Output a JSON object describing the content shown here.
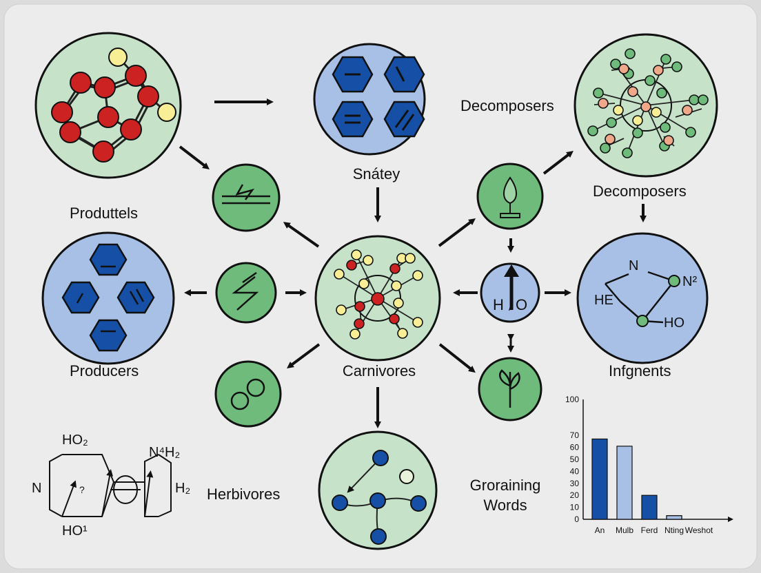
{
  "labels": {
    "snatey": "Snátey",
    "decomposers_top": "Decomposers",
    "decomposers_right": "Decomposers",
    "produttels": "Produttels",
    "producers": "Producers",
    "carnivores": "Carnivores",
    "infgnents": "Infgnents",
    "herbivores": "Herbivores",
    "groraining": "Groraining",
    "words": "Words"
  },
  "water_node": {
    "h": "H",
    "sub": "/",
    "o": "O"
  },
  "molecule_right": {
    "n": "N",
    "n2": "N²",
    "he": "HE",
    "ho": "HO"
  },
  "molecule_left": {
    "ho2": "HO₂",
    "n4h2": "N⁴H₂",
    "n": "N",
    "h2": "H₂",
    "ho1": "HO¹",
    "q": "?"
  },
  "colors": {
    "bg": "#dcdcdc",
    "green_circle": "#c6e3c9",
    "blue_circle": "#a8c0e6",
    "green_node": "#6fbb7c",
    "dark_blue": "#1550a6",
    "red": "#cc2222",
    "yellow": "#f7ee96",
    "line": "#111111"
  },
  "icons": [
    "lightning-icon",
    "flask-lamp-icon",
    "leaf-icon",
    "rings-icon",
    "up-arrow-icon"
  ],
  "chart_data": {
    "type": "bar",
    "categories": [
      "An",
      "Mulb",
      "Ferd",
      "Nting",
      "Weshot"
    ],
    "series": [
      {
        "values": [
          67,
          0,
          20,
          3,
          0
        ]
      },
      {
        "values": [
          0,
          61,
          0,
          3,
          0
        ]
      }
    ],
    "yticks": [
      0,
      10,
      20,
      30,
      40,
      50,
      60,
      70,
      100
    ],
    "ylim": [
      0,
      100
    ],
    "bar_colors": [
      "#1550a6",
      "#a8c0e6"
    ]
  }
}
